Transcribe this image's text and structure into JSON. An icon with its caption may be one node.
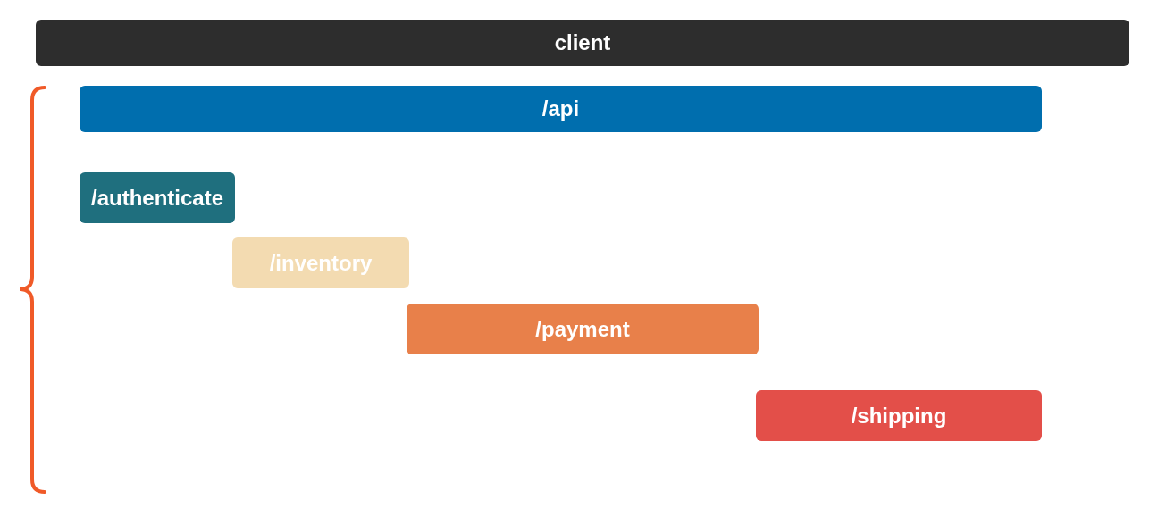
{
  "diagram": {
    "nodes": [
      {
        "text": [
          "client"
        ]
      },
      {
        "text": [
          "/api"
        ]
      },
      {
        "text": [
          "/authenticate"
        ]
      },
      {
        "text": [
          "/inventory"
        ]
      },
      {
        "text": [
          "/payment"
        ]
      },
      {
        "text": [
          "/shipping"
        ]
      }
    ]
  }
}
